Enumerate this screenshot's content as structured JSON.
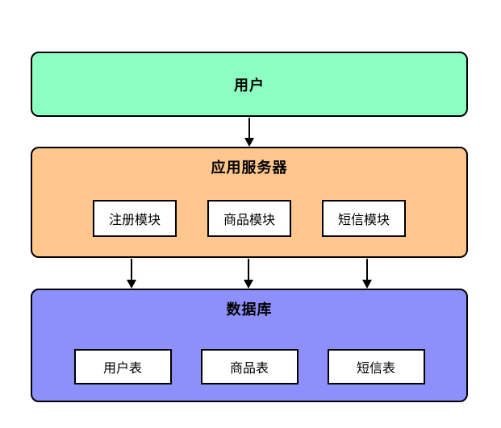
{
  "diagram": {
    "layers": [
      {
        "id": "user",
        "label": "用户",
        "fill": "#8DFFC2",
        "modules": []
      },
      {
        "id": "app-server",
        "label": "应用服务器",
        "fill": "#FFC78D",
        "modules": [
          "注册模块",
          "商品模块",
          "短信模块"
        ]
      },
      {
        "id": "database",
        "label": "数据库",
        "fill": "#8D90FA",
        "modules": [
          "用户表",
          "商品表",
          "短信表"
        ]
      }
    ],
    "connections": [
      {
        "from": "用户",
        "to": "应用服务器"
      },
      {
        "from": "应用服务器",
        "to": "数据库"
      },
      {
        "from": "应用服务器",
        "to": "数据库"
      },
      {
        "from": "应用服务器",
        "to": "数据库"
      }
    ],
    "colors": {
      "module_fill": "#FFFFFF",
      "border": "#000000",
      "background": "#FFFFFF"
    }
  }
}
